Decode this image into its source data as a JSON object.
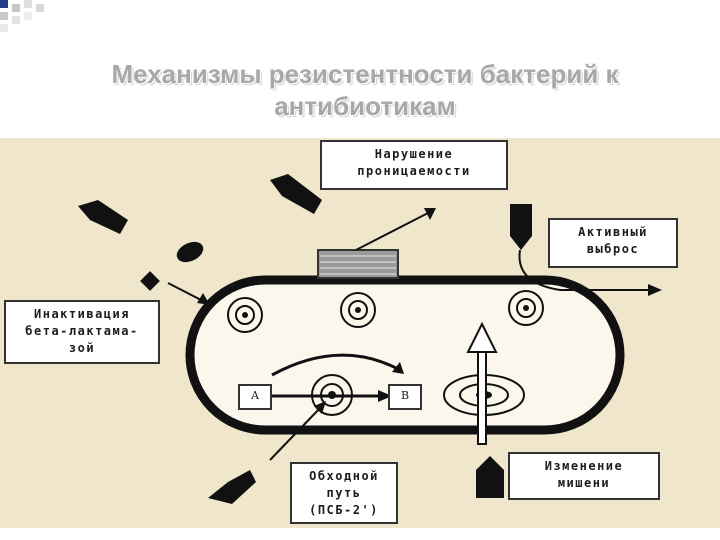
{
  "slide": {
    "title_line1": "Механизмы резистентности бактерий к",
    "title_line2": "антибиотикам"
  },
  "labels": {
    "permeability": [
      "Нарушение",
      "проницаемости"
    ],
    "efflux": [
      "Активный",
      "выброс"
    ],
    "inactivation": [
      "Инактивация",
      "бета-лактама-",
      "зой"
    ],
    "bypass": [
      "Обходной",
      "путь",
      "(ПСБ-2')"
    ],
    "target_change": [
      "Изменение",
      "мишени"
    ],
    "box_a": "А",
    "box_b": "В"
  },
  "colors": {
    "background": "#f0e6cc",
    "title": "#a8a8a8",
    "ink": "#1a1a1a",
    "accent_square": "#1f3e8a"
  }
}
